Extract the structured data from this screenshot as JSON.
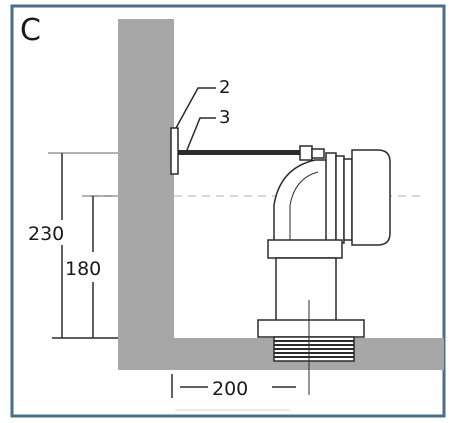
{
  "panel_label": "C",
  "callouts": {
    "part_2": "2",
    "part_3": "3"
  },
  "dimensions": {
    "height_outer": "230",
    "height_inner": "180",
    "horizontal": "200"
  },
  "colors": {
    "frame": "#4b6e8c",
    "wall": "#a7a7a7",
    "outline": "#2b2b2b",
    "background": "#ffffff"
  }
}
